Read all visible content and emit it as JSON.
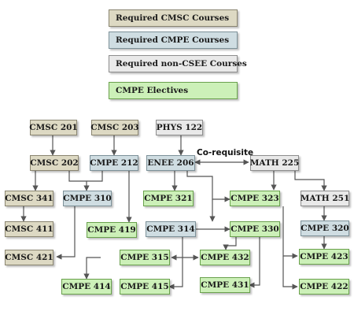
{
  "legend": {
    "cmsc": "Required CMSC Courses",
    "cmpe": "Required CMPE Courses",
    "noncsee": "Required non-CSEE Courses",
    "electives": "CMPE Electives"
  },
  "courses": {
    "cmsc201": "CMSC 201",
    "cmsc203": "CMSC 203",
    "phys122": "PHYS 122",
    "cmsc202": "CMSC 202",
    "cmpe212": "CMPE 212",
    "enee206": "ENEE 206",
    "math225": "MATH 225",
    "cmsc341": "CMSC 341",
    "cmpe310": "CMPE 310",
    "cmpe321": "CMPE 321",
    "cmpe323": "CMPE 323",
    "math251": "MATH 251",
    "cmsc411": "CMSC 411",
    "cmpe419": "CMPE 419",
    "cmpe314": "CMPE 314",
    "cmpe330": "CMPE 330",
    "cmpe320": "CMPE 320",
    "cmsc421": "CMSC 421",
    "cmpe315": "CMPE 315",
    "cmpe432": "CMPE 432",
    "cmpe423": "CMPE 423",
    "cmpe414": "CMPE 414",
    "cmpe415": "CMPE 415",
    "cmpe431": "CMPE 431",
    "cmpe422": "CMPE 422"
  },
  "annotations": {
    "corequisite": "Co-requisite"
  },
  "colors": {
    "cmsc": "#ddd9c3",
    "cmpe": "#cfdde2",
    "noncsee": "#e9e9e9",
    "elective": "#ccf0b8",
    "line": "#555555"
  }
}
